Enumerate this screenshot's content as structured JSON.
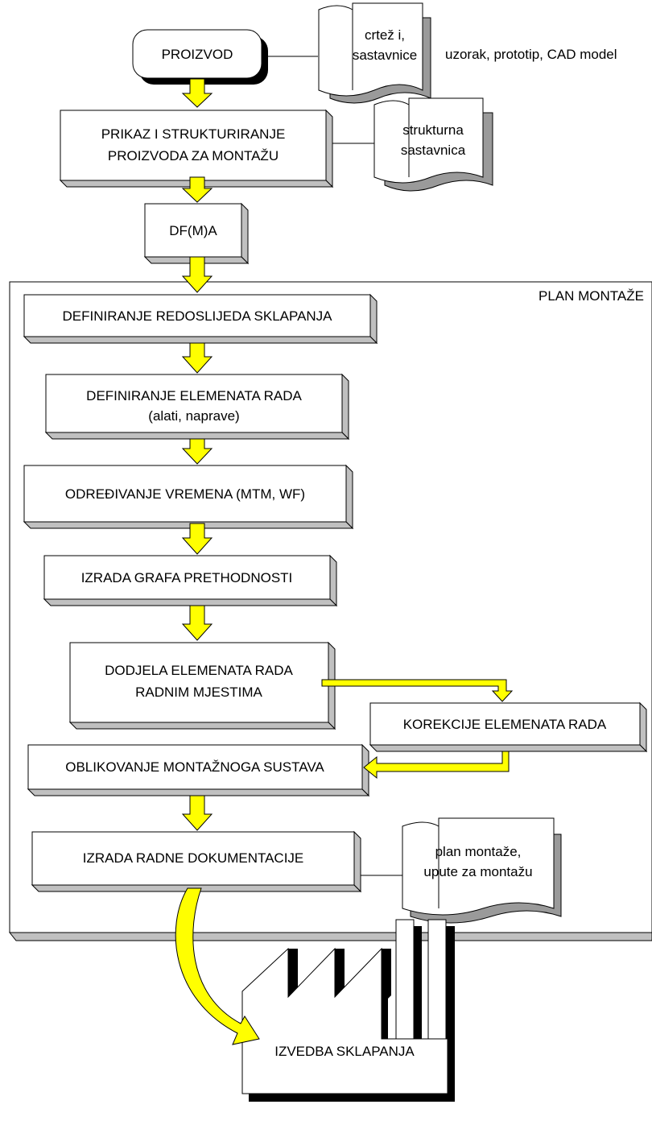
{
  "product": {
    "label": "PROIZVOD",
    "doc": [
      "crtež i,",
      "sastavnice"
    ],
    "inputs": "uzorak, prototip, CAD model"
  },
  "structuring": {
    "lines": [
      "PRIKAZ I STRUKTURIRANJE",
      "PROIZVODA ZA MONTAŽU"
    ],
    "doc": [
      "strukturna",
      "sastavnica"
    ]
  },
  "dfma": {
    "label": "DF(M)A"
  },
  "plan": {
    "title": "PLAN MONTAŽE",
    "steps": {
      "sequence": "DEFINIRANJE REDOSLIJEDA SKLAPANJA",
      "work_elements": [
        "DEFINIRANJE ELEMENATA RADA",
        "(alati, naprave)"
      ],
      "time": "ODREĐIVANJE VREMENA (MTM, WF)",
      "graph": "IZRADA GRAFA PRETHODNOSTI",
      "assignment": [
        "DODJELA ELEMENATA RADA",
        "RADNIM MJESTIMA"
      ],
      "correction": "KOREKCIJE ELEMENATA RADA",
      "system": "OBLIKOVANJE MONTAŽNOGA SUSTAVA",
      "documentation": "IZRADA RADNE DOKUMENTACIJE"
    },
    "doc": [
      "plan montaže,",
      "upute za montažu"
    ]
  },
  "factory": {
    "label": "IZVEDBA SKLAPANJA"
  },
  "colors": {
    "arrow_fill": "#ffff00",
    "box_fill": "#ffffff",
    "shadow": "#000000",
    "plan_shadow": "#c0c0c0"
  }
}
